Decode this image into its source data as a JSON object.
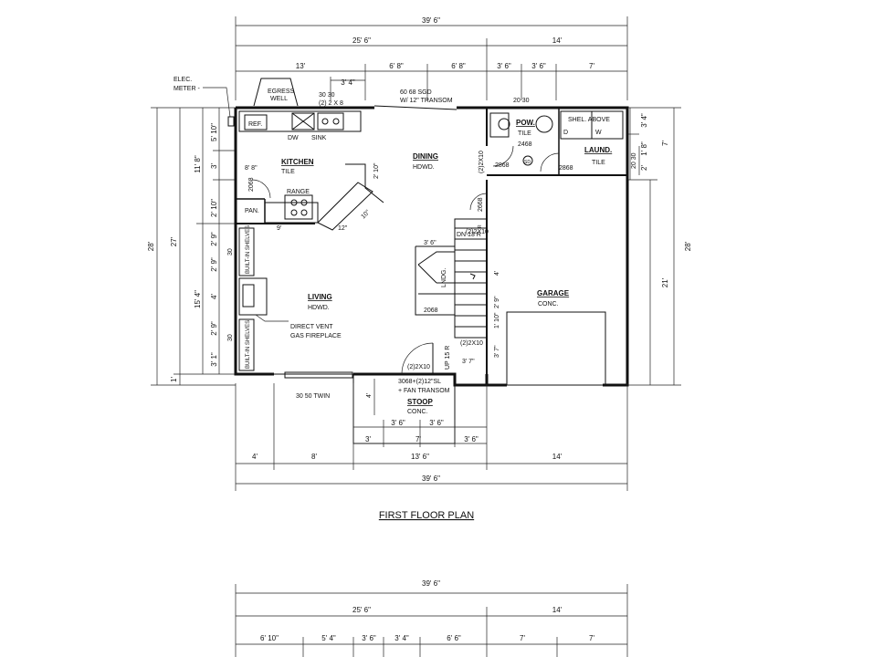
{
  "title": "FIRST FLOOR PLAN",
  "dims_top": {
    "overall": "39' 6\"",
    "left": "25' 6\"",
    "right": "14'",
    "d1": "13'",
    "d2": "6' 8\"",
    "d3": "6' 8\"",
    "d4": "3' 6\"",
    "d5": "3' 6\"",
    "d6": "7'",
    "d7": "3' 4\""
  },
  "dims_bottom": {
    "b1": "4'",
    "b2": "8'",
    "b3": "13' 6\"",
    "b4": "14'",
    "overall": "39' 6\"",
    "s1": "3'",
    "s2": "7'",
    "s3": "3' 6\"",
    "s4": "3' 6\"",
    "s5": "3' 6\""
  },
  "dims_left": {
    "outer": "28'",
    "mid": "27'",
    "upper": "11' 8\"",
    "lower": "15' 4\"",
    "k1": "5' 10\"",
    "k2": "3'",
    "k3": "2' 10\"",
    "l1": "2' 9\"",
    "l2": "2' 9\"",
    "l3": "4'",
    "l4": "2' 9\"",
    "l5": "3' 1\"",
    "l6": "1'"
  },
  "dims_right": {
    "outer": "28'",
    "inner": "21'",
    "a": "3' 4\"",
    "b": "7'",
    "c": "1' 8\"",
    "d": "2'"
  },
  "rooms": {
    "kitchen": "KITCHEN",
    "kitchen_floor": "TILE",
    "dining": "DINING",
    "dining_floor": "HDWD.",
    "living": "LIVING",
    "living_floor": "HDWD.",
    "pow": "POW.",
    "pow_floor": "TILE",
    "laund": "LAUND.",
    "laund_floor": "TILE",
    "garage": "GARAGE",
    "garage_floor": "CONC.",
    "stoop": "STOOP",
    "stoop_floor": "CONC."
  },
  "labels": {
    "elec": "ELEC.",
    "meter": "METER -",
    "egress1": "EGRESS",
    "egress2": "WELL",
    "win_3030": "30 30",
    "win_2x8": "(2) 2 X 8",
    "sgd": "60 68 SGD",
    "transom": "W/ 12\" TRANSOM",
    "w2030": "20 30",
    "ref": "REF.",
    "dw": "DW",
    "sink": "SINK",
    "shelf": "SHEL. ABOVE",
    "d": "D",
    "w": "W",
    "d2468": "2468",
    "d2868a": "2868",
    "d2868b": "2868",
    "hdr_2x10a": "(2)2X10",
    "hdr_2x10b": "(2)2X10",
    "hdr_2x10c": "(2)2X10",
    "hdr_2x10d": "(2)2X10",
    "d2068a": "2068",
    "d2068b": "2068",
    "d2668": "2668",
    "pan": "PAN.",
    "range": "RANGE",
    "k8": "8' 8\"",
    "k9": "9'",
    "k12": "12\"",
    "k210": "2' 10\"",
    "k10": "10\"",
    "dn": "DN 13 R",
    "s36": "3' 6\"",
    "s4": "4'",
    "s29": "2' 9\"",
    "s110": "1' 10\"",
    "s37": "3' 7\"",
    "s37b": "3' 7\"",
    "up15": "UP 15 R",
    "lndg": "LNDG.",
    "builtin": "BUILT-IN SHELVES",
    "fp1": "DIRECT VENT",
    "fp2": "GAS FIREPLACE",
    "twin": "30 50 TWIN",
    "entry1": "3068+(2)12\"SL",
    "entry2": "+ FAN TRANSOM",
    "stoop4": "4'",
    "w3030a": "30",
    "w3030b": "30",
    "w2030r": "20 30",
    "sd": "SD",
    "r2": "R"
  },
  "second_floor_dims": {
    "overall": "39' 6\"",
    "left": "25' 6\"",
    "right": "14'",
    "a": "6' 10\"",
    "b": "5' 4\"",
    "c": "3' 6\"",
    "d": "3' 4\"",
    "e": "6' 6\"",
    "f": "7'",
    "g": "7'"
  }
}
